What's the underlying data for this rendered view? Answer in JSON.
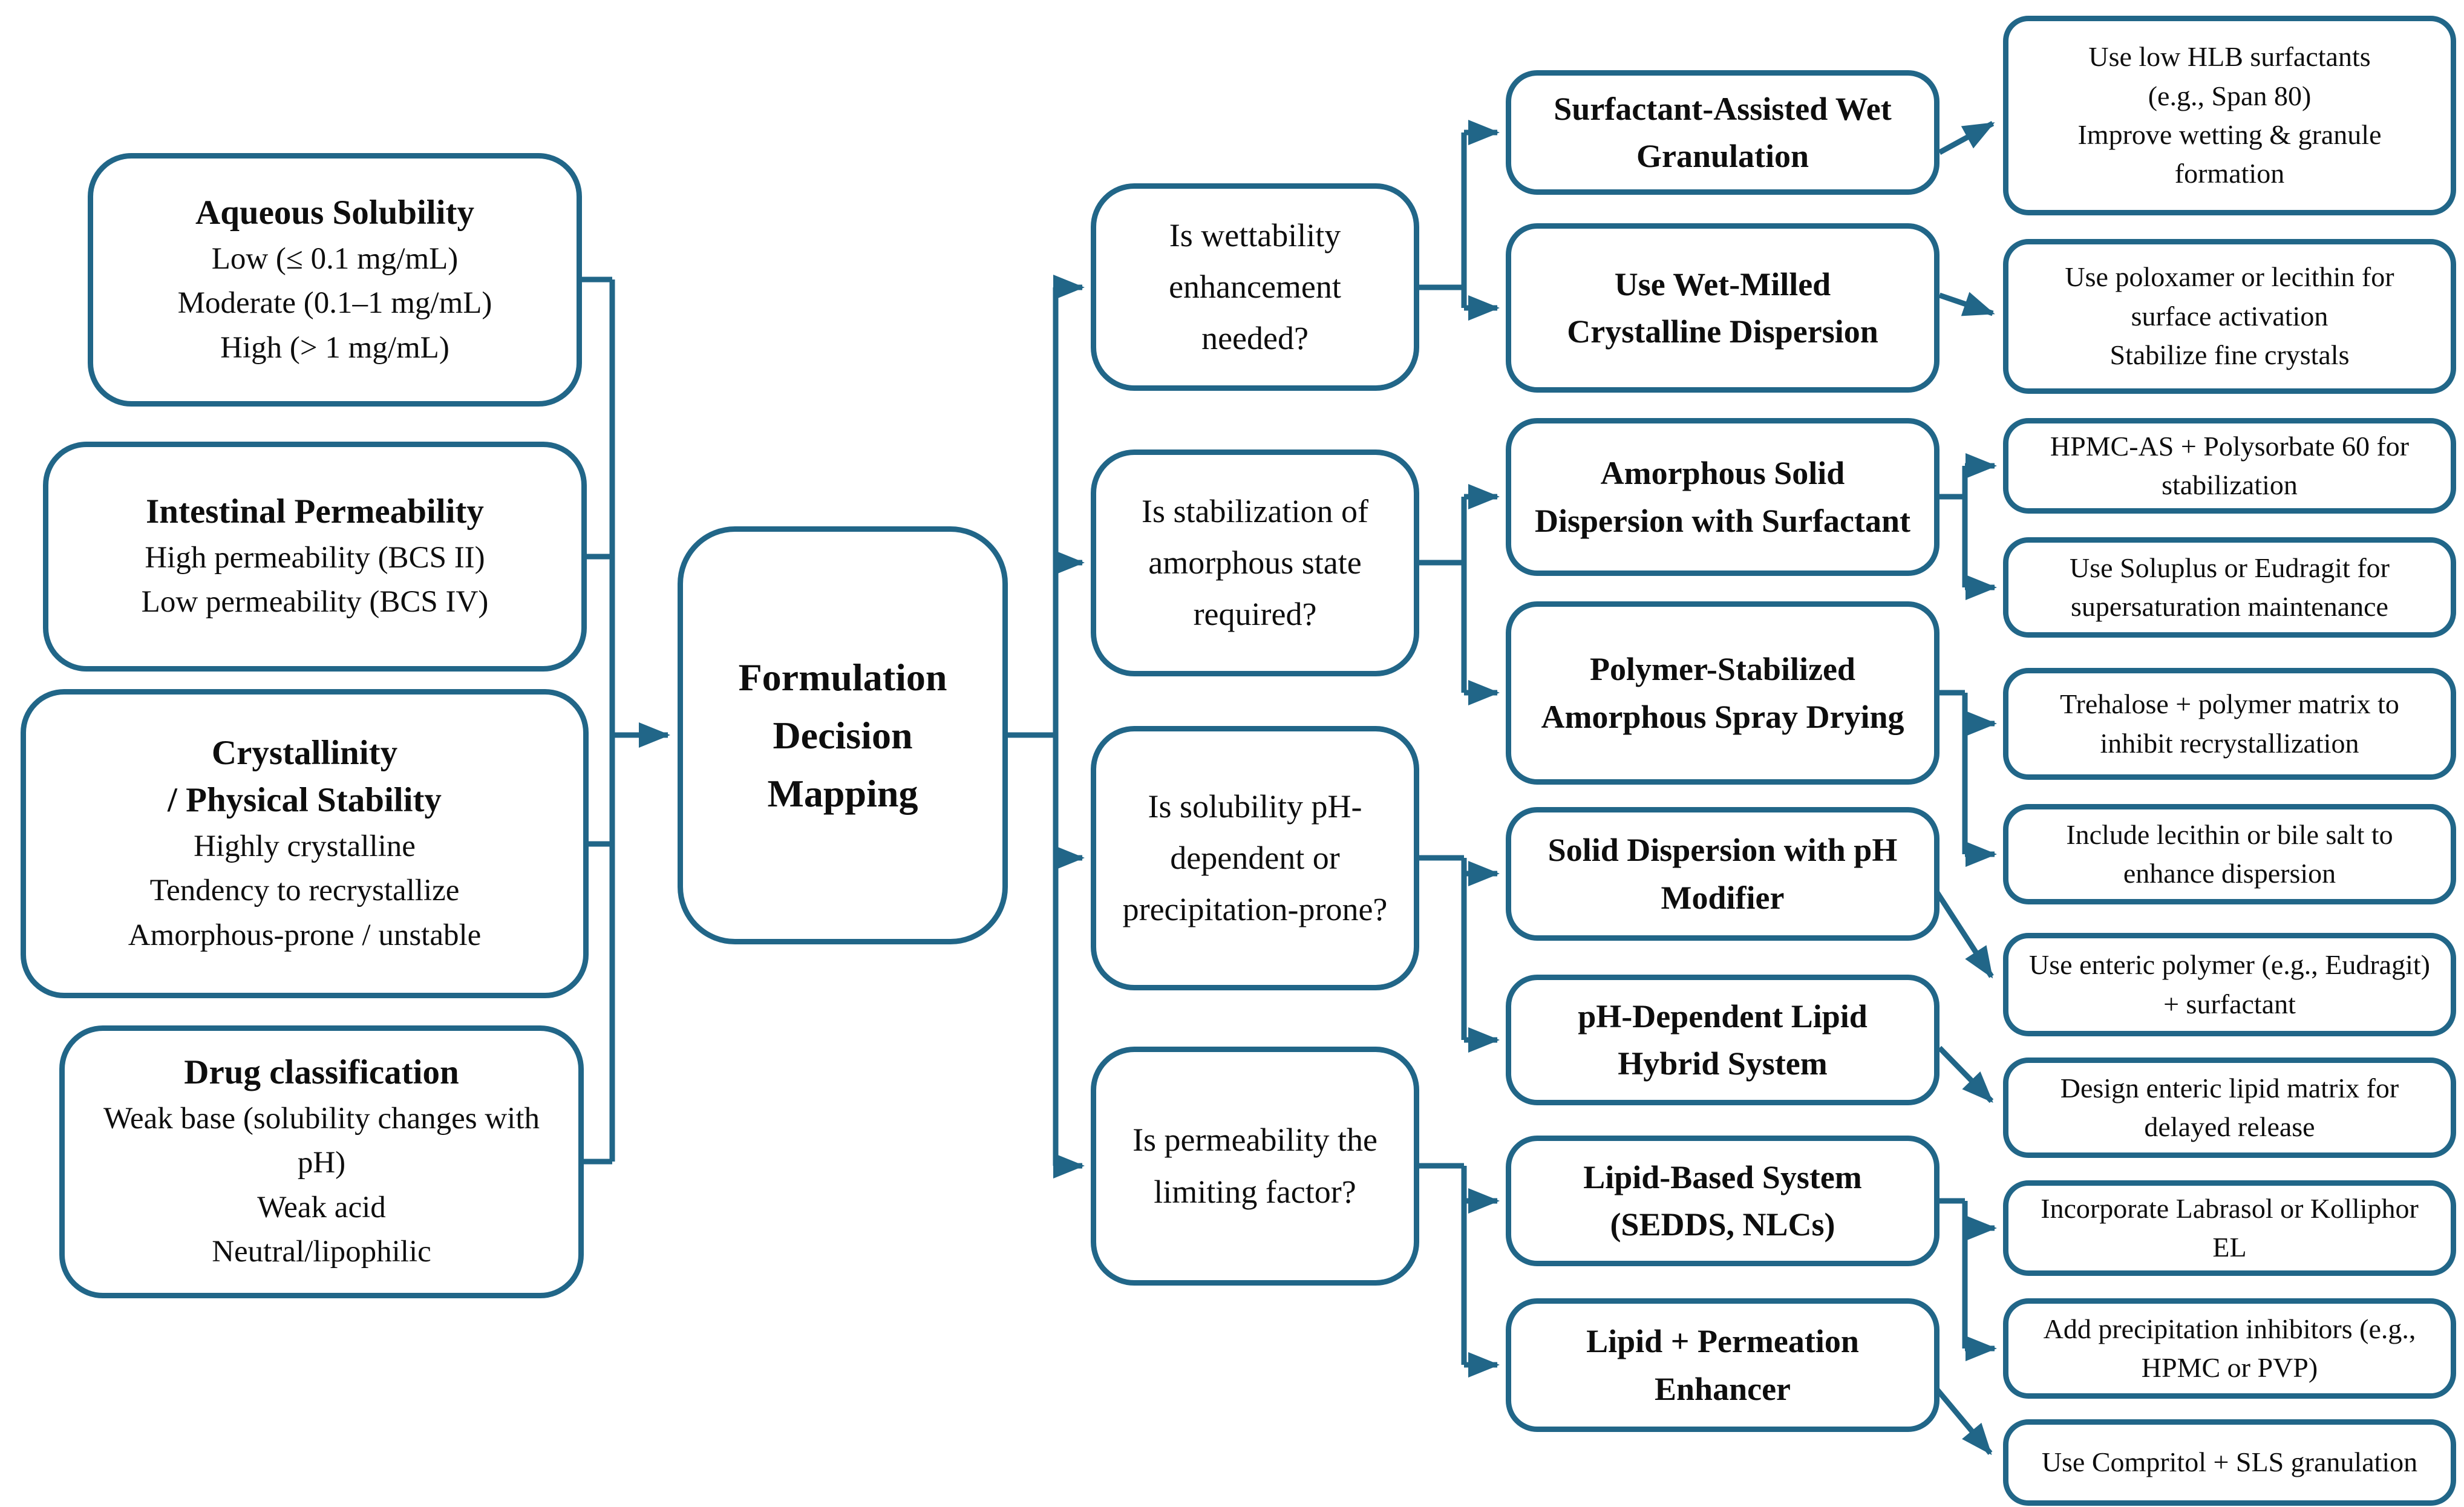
{
  "diagram": {
    "colors": {
      "line": "#216688",
      "text": "#0e0e0e",
      "background": "#ffffff"
    },
    "center": {
      "id": "formulation-decision-mapping",
      "title": "Formulation Decision Mapping"
    },
    "inputs": [
      {
        "id": "aqueous-solubility",
        "title": "Aqueous Solubility",
        "lines": [
          "Low (≤ 0.1 mg/mL)",
          "Moderate (0.1–1 mg/mL)",
          "High (> 1 mg/mL)"
        ]
      },
      {
        "id": "intestinal-permeability",
        "title": "Intestinal Permeability",
        "lines": [
          "High permeability (BCS II)",
          "Low permeability (BCS IV)"
        ]
      },
      {
        "id": "crystallinity-physical-stability",
        "title": "Crystallinity",
        "title2": "/ Physical Stability",
        "lines": [
          "Highly crystalline",
          "Tendency to recrystallize",
          "Amorphous-prone / unstable"
        ]
      },
      {
        "id": "drug-classification",
        "title": "Drug classification",
        "lines": [
          "Weak base (solubility changes with pH)",
          "Weak acid",
          "Neutral/lipophilic"
        ]
      }
    ],
    "questions": [
      {
        "id": "q-wettability",
        "text": "Is wettability enhancement needed?"
      },
      {
        "id": "q-stabilization",
        "text": "Is stabilization of amorphous state required?"
      },
      {
        "id": "q-ph-dependence",
        "text": "Is solubility pH-dependent or precipitation-prone?"
      },
      {
        "id": "q-permeability",
        "text": "Is permeability the limiting factor?"
      }
    ],
    "strategies": [
      {
        "id": "surfactant-assisted-wet-granulation",
        "text": "Surfactant-Assisted Wet Granulation"
      },
      {
        "id": "wet-milled-crystalline-dispersion",
        "text": "Use Wet-Milled Crystalline Dispersion"
      },
      {
        "id": "amorphous-solid-dispersion-surfactant",
        "text": "Amorphous Solid Dispersion with Surfactant"
      },
      {
        "id": "polymer-stabilized-amorphous-spray-drying",
        "text": "Polymer-Stabilized Amorphous Spray Drying"
      },
      {
        "id": "solid-dispersion-ph-modifier",
        "text": "Solid Dispersion with pH Modifier"
      },
      {
        "id": "ph-dependent-lipid-hybrid-system",
        "text": "pH-Dependent Lipid Hybrid System"
      },
      {
        "id": "lipid-based-system",
        "text": "Lipid-Based System (SEDDS, NLCs)"
      },
      {
        "id": "lipid-permeation-enhancer",
        "text": "Lipid + Permeation Enhancer"
      }
    ],
    "recommendations": [
      {
        "id": "low-hlb-surfactants",
        "lines": [
          "Use low HLB surfactants",
          "(e.g., Span 80)",
          "Improve wetting & granule formation"
        ]
      },
      {
        "id": "poloxamer-lecithin",
        "lines": [
          "Use poloxamer or lecithin for surface activation",
          "Stabilize fine crystals"
        ]
      },
      {
        "id": "hpmc-as-polysorbate",
        "text": "HPMC-AS + Polysorbate 60 for stabilization"
      },
      {
        "id": "soluplus-eudragit",
        "text": "Use Soluplus or Eudragit for supersaturation maintenance"
      },
      {
        "id": "trehalose-polymer-matrix",
        "text": "Trehalose + polymer matrix to inhibit recrystallization"
      },
      {
        "id": "lecithin-bile-salt",
        "text": "Include lecithin or bile salt to enhance dispersion"
      },
      {
        "id": "enteric-polymer-surfactant",
        "text": "Use enteric polymer (e.g., Eudragit) + surfactant"
      },
      {
        "id": "enteric-lipid-matrix",
        "text": "Design enteric lipid matrix for delayed release"
      },
      {
        "id": "labrasol-kolliphor",
        "text": "Incorporate Labrasol or Kolliphor EL"
      },
      {
        "id": "precipitation-inhibitors",
        "text": "Add precipitation inhibitors (e.g., HPMC or PVP)"
      },
      {
        "id": "compritol-sls-granulation",
        "text": "Use Compritol + SLS granulation"
      }
    ],
    "edges": [
      {
        "from": "aqueous-solubility",
        "to": "formulation-decision-mapping"
      },
      {
        "from": "intestinal-permeability",
        "to": "formulation-decision-mapping"
      },
      {
        "from": "crystallinity-physical-stability",
        "to": "formulation-decision-mapping"
      },
      {
        "from": "drug-classification",
        "to": "formulation-decision-mapping"
      },
      {
        "from": "formulation-decision-mapping",
        "to": "q-wettability"
      },
      {
        "from": "formulation-decision-mapping",
        "to": "q-stabilization"
      },
      {
        "from": "formulation-decision-mapping",
        "to": "q-ph-dependence"
      },
      {
        "from": "formulation-decision-mapping",
        "to": "q-permeability"
      },
      {
        "from": "q-wettability",
        "to": "surfactant-assisted-wet-granulation"
      },
      {
        "from": "q-wettability",
        "to": "wet-milled-crystalline-dispersion"
      },
      {
        "from": "q-stabilization",
        "to": "amorphous-solid-dispersion-surfactant"
      },
      {
        "from": "q-stabilization",
        "to": "polymer-stabilized-amorphous-spray-drying"
      },
      {
        "from": "q-ph-dependence",
        "to": "solid-dispersion-ph-modifier"
      },
      {
        "from": "q-ph-dependence",
        "to": "ph-dependent-lipid-hybrid-system"
      },
      {
        "from": "q-permeability",
        "to": "lipid-based-system"
      },
      {
        "from": "q-permeability",
        "to": "lipid-permeation-enhancer"
      },
      {
        "from": "surfactant-assisted-wet-granulation",
        "to": "low-hlb-surfactants"
      },
      {
        "from": "wet-milled-crystalline-dispersion",
        "to": "poloxamer-lecithin"
      },
      {
        "from": "amorphous-solid-dispersion-surfactant",
        "to": "hpmc-as-polysorbate"
      },
      {
        "from": "amorphous-solid-dispersion-surfactant",
        "to": "soluplus-eudragit"
      },
      {
        "from": "polymer-stabilized-amorphous-spray-drying",
        "to": "trehalose-polymer-matrix"
      },
      {
        "from": "polymer-stabilized-amorphous-spray-drying",
        "to": "lecithin-bile-salt"
      },
      {
        "from": "solid-dispersion-ph-modifier",
        "to": "enteric-polymer-surfactant"
      },
      {
        "from": "ph-dependent-lipid-hybrid-system",
        "to": "enteric-lipid-matrix"
      },
      {
        "from": "lipid-based-system",
        "to": "labrasol-kolliphor"
      },
      {
        "from": "lipid-based-system",
        "to": "precipitation-inhibitors"
      },
      {
        "from": "lipid-permeation-enhancer",
        "to": "compritol-sls-granulation"
      }
    ]
  }
}
